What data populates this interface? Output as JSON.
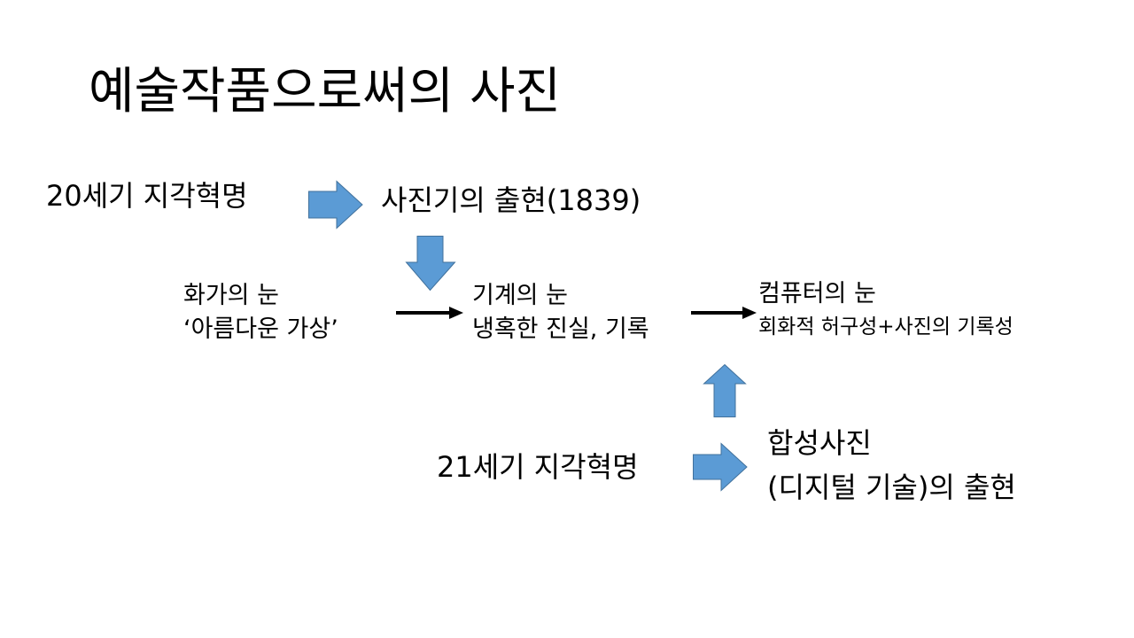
{
  "slide": {
    "title": "예술작품으로써의 사진",
    "perceptual_revolution_20c": "20세기 지각혁명",
    "camera_emergence": "사진기의 출현(1839)",
    "painter_eye": {
      "label": "화가의 눈",
      "description": "‘아름다운 가상’"
    },
    "machine_eye": {
      "label": "기계의 눈",
      "description": "냉혹한 진실, 기록"
    },
    "computer_eye": {
      "label": "컴퓨터의 눈",
      "description": "회화적 허구성+사진의 기록성"
    },
    "perceptual_revolution_21c": "21세기 지각혁명",
    "synthetic_photo": {
      "line1": "합성사진",
      "line2": "(디지털 기술)의 출현"
    }
  },
  "colors": {
    "block_arrow_fill": "#5b9bd5",
    "block_arrow_stroke": "#41719c",
    "line_arrow": "#000000",
    "text": "#000000",
    "background": "#ffffff"
  }
}
